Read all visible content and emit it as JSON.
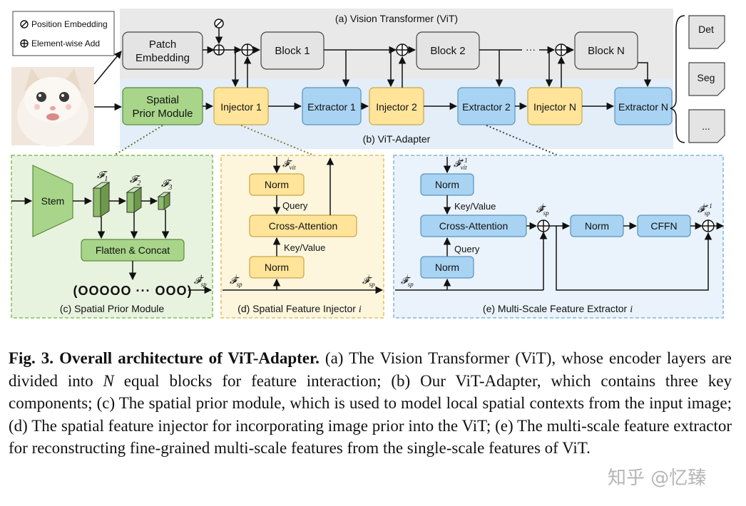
{
  "legend": {
    "position_embedding": "Position Embedding",
    "element_wise_add": "Element-wise Add"
  },
  "vit": {
    "title": "(a) Vision Transformer (ViT)",
    "patch_embedding": [
      "Patch",
      "Embedding"
    ],
    "block_1": "Block 1",
    "block_2": "Block 2",
    "block_n": "Block N",
    "ellipsis": "···"
  },
  "adapter": {
    "title": "(b) ViT-Adapter",
    "spm": [
      "Spatial",
      "Prior Module"
    ],
    "injector_1": "Injector 1",
    "extractor_1": "Extractor 1",
    "injector_2": "Injector 2",
    "extractor_2": "Extractor 2",
    "injector_n": "Injector N",
    "extractor_n": "Extractor N"
  },
  "outputs": [
    "Det",
    "Seg",
    "..."
  ],
  "panel_c": {
    "stem": "Stem",
    "f1": "𝓕",
    "f1_sub": "1",
    "f2": "𝓕",
    "f2_sub": "2",
    "f3": "𝓕",
    "f3_sub": "3",
    "flatten_concat": "Flatten & Concat",
    "tokens": "(OOOOO ··· OOO)",
    "out_label": "𝓕",
    "out_sub": "sp",
    "out_sup": "1",
    "title": "(c) Spatial Prior Module"
  },
  "panel_d": {
    "in_vit": "𝓕",
    "in_vit_sub": "vit",
    "in_vit_sup": "i",
    "norm_top": "Norm",
    "query": "Query",
    "cross_attention": "Cross-Attention",
    "keyvalue": "Key/Value",
    "norm_bottom": "Norm",
    "in_sp": "𝓕",
    "in_sp_sub": "sp",
    "in_sp_sup": "i",
    "out_sp": "𝓕",
    "out_sp_sub": "sp",
    "out_sp_sup": "i",
    "title": "(d) Spatial Feature Injector",
    "title_i": "i"
  },
  "panel_e": {
    "in_vit": "𝓕",
    "in_vit_sub": "vit",
    "in_vit_sup": "i+1",
    "norm_top": "Norm",
    "keyvalue": "Key/Value",
    "cross_attention": "Cross-Attention",
    "query": "Query",
    "norm_bottom": "Norm",
    "in_sp": "𝓕",
    "in_sp_sub": "sp",
    "in_sp_sup": "i",
    "hat_sp": "𝓕̂",
    "hat_sp_sub": "sp",
    "hat_sp_sup": "i",
    "norm_mid": "Norm",
    "cffn": "CFFN",
    "out_sp": "𝓕",
    "out_sp_sub": "sp",
    "out_sp_sup": "i+1",
    "title": "(e) Multi-Scale Feature Extractor",
    "title_i": "i"
  },
  "caption": {
    "bold": "Fig. 3. Overall architecture of ViT-Adapter.",
    "text_1": " (a) The Vision Transformer (ViT), whose encoder layers are divided into ",
    "n": "N",
    "text_2": " equal blocks for feature interaction; (b) Our ViT-Adapter, which contains three key components; (c) The spatial prior module, which is used to model local spatial contexts from the input image; (d) The spatial feature injector for incorporating image prior into the ViT; (e) The multi-scale feature extractor for reconstructing fine-grained multi-scale features from the single-scale features of ViT."
  },
  "watermark": "知乎 @忆臻",
  "colors": {
    "vit_bg": "#e9e9e9",
    "adapter_bg": "#e3eef8",
    "block_fill": "#e4e4e4",
    "spm_fill": "#a8d58a",
    "injector_fill": "#ffe49a",
    "extractor_fill": "#a9d3f2",
    "panel_c_bg": "#e8f3df",
    "panel_d_bg": "#fdf6dd",
    "panel_e_bg": "#eaf3fb"
  }
}
